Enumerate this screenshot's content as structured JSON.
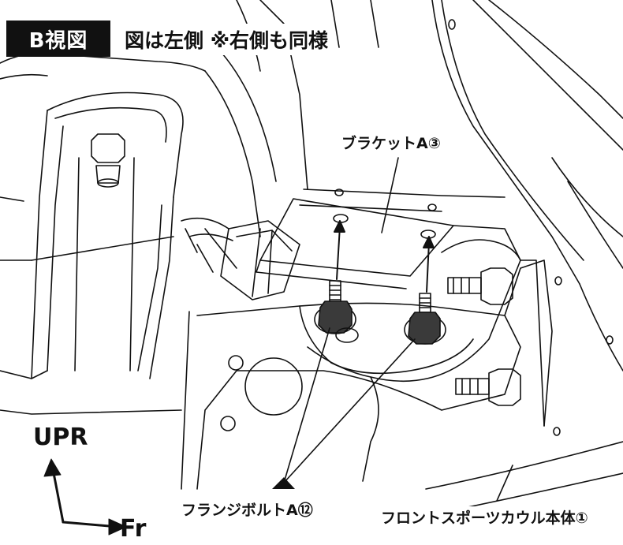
{
  "view_label": "B視図",
  "view_note": "図は左側 ※右側も同様",
  "callouts": {
    "bracket": "ブラケットA③",
    "flange_bolt": "フランジボルトA⑫",
    "cowl_body": "フロントスポーツカウル本体①"
  },
  "directions": {
    "up": "UPR",
    "forward": "Fr"
  }
}
